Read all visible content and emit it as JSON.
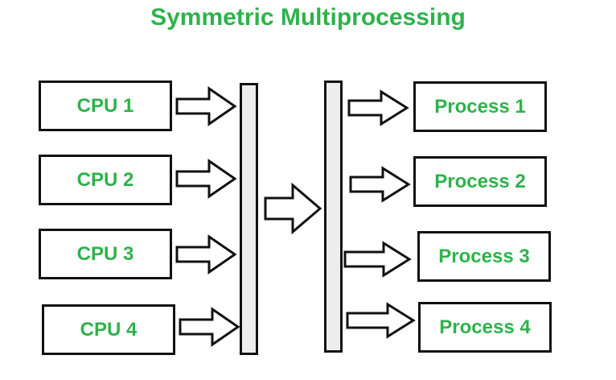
{
  "title": "Symmetric Multiprocessing",
  "cpus": [
    {
      "label": "CPU 1"
    },
    {
      "label": "CPU 2"
    },
    {
      "label": "CPU 3"
    },
    {
      "label": "CPU 4"
    }
  ],
  "processes": [
    {
      "label": "Process 1"
    },
    {
      "label": "Process 2"
    },
    {
      "label": "Process 3"
    },
    {
      "label": "Process 4"
    }
  ],
  "colors": {
    "label_green": "#2eb24b",
    "outline": "#111111",
    "bar_fill": "#ededed"
  }
}
